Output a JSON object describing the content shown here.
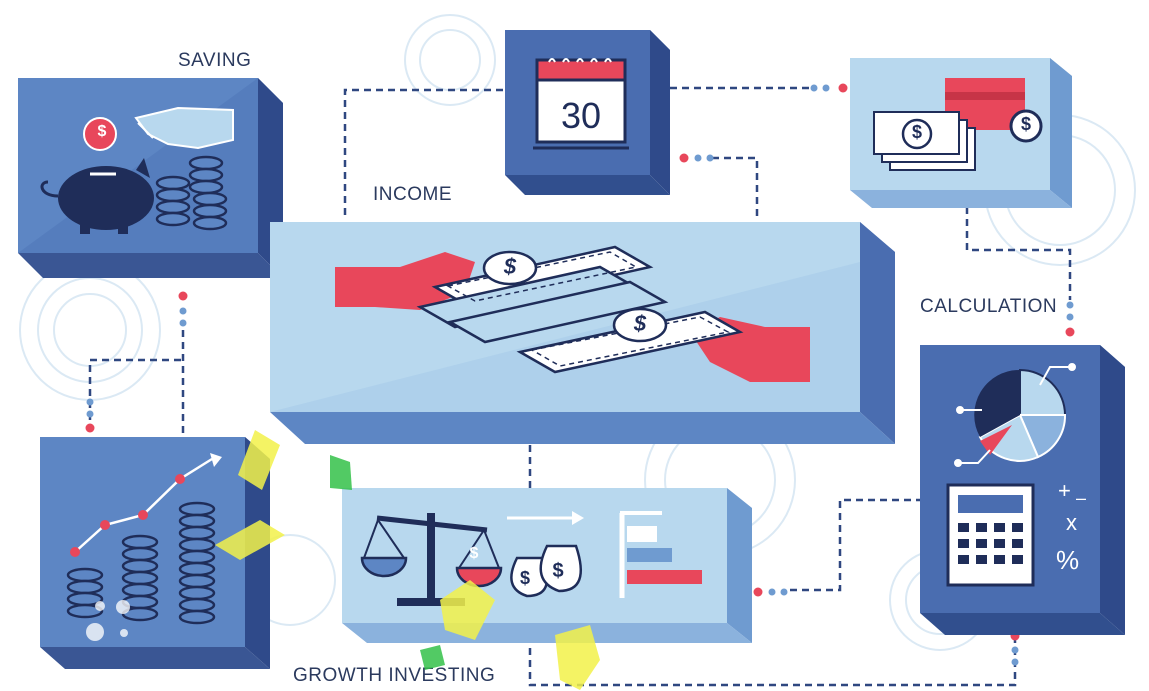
{
  "labels": {
    "saving": "SAVING",
    "income": "INCOME",
    "calculation": "CALCULATION",
    "growth_investing": "GROWTH INVESTING"
  },
  "calendar": {
    "day": "30"
  },
  "calculator": {
    "symbols": {
      "plus": "+",
      "minus": "–",
      "times": "x",
      "percent": "%"
    }
  },
  "currency_symbol": "$",
  "colors": {
    "dark_blue": "#3d5a9e",
    "mid_blue": "#6f9bd0",
    "light_blue": "#b8d8ee",
    "navy": "#1f2d59",
    "red": "#e8475b",
    "white": "#ffffff",
    "watermark_yellow": "#f3f24a",
    "watermark_green": "#34c14a"
  }
}
